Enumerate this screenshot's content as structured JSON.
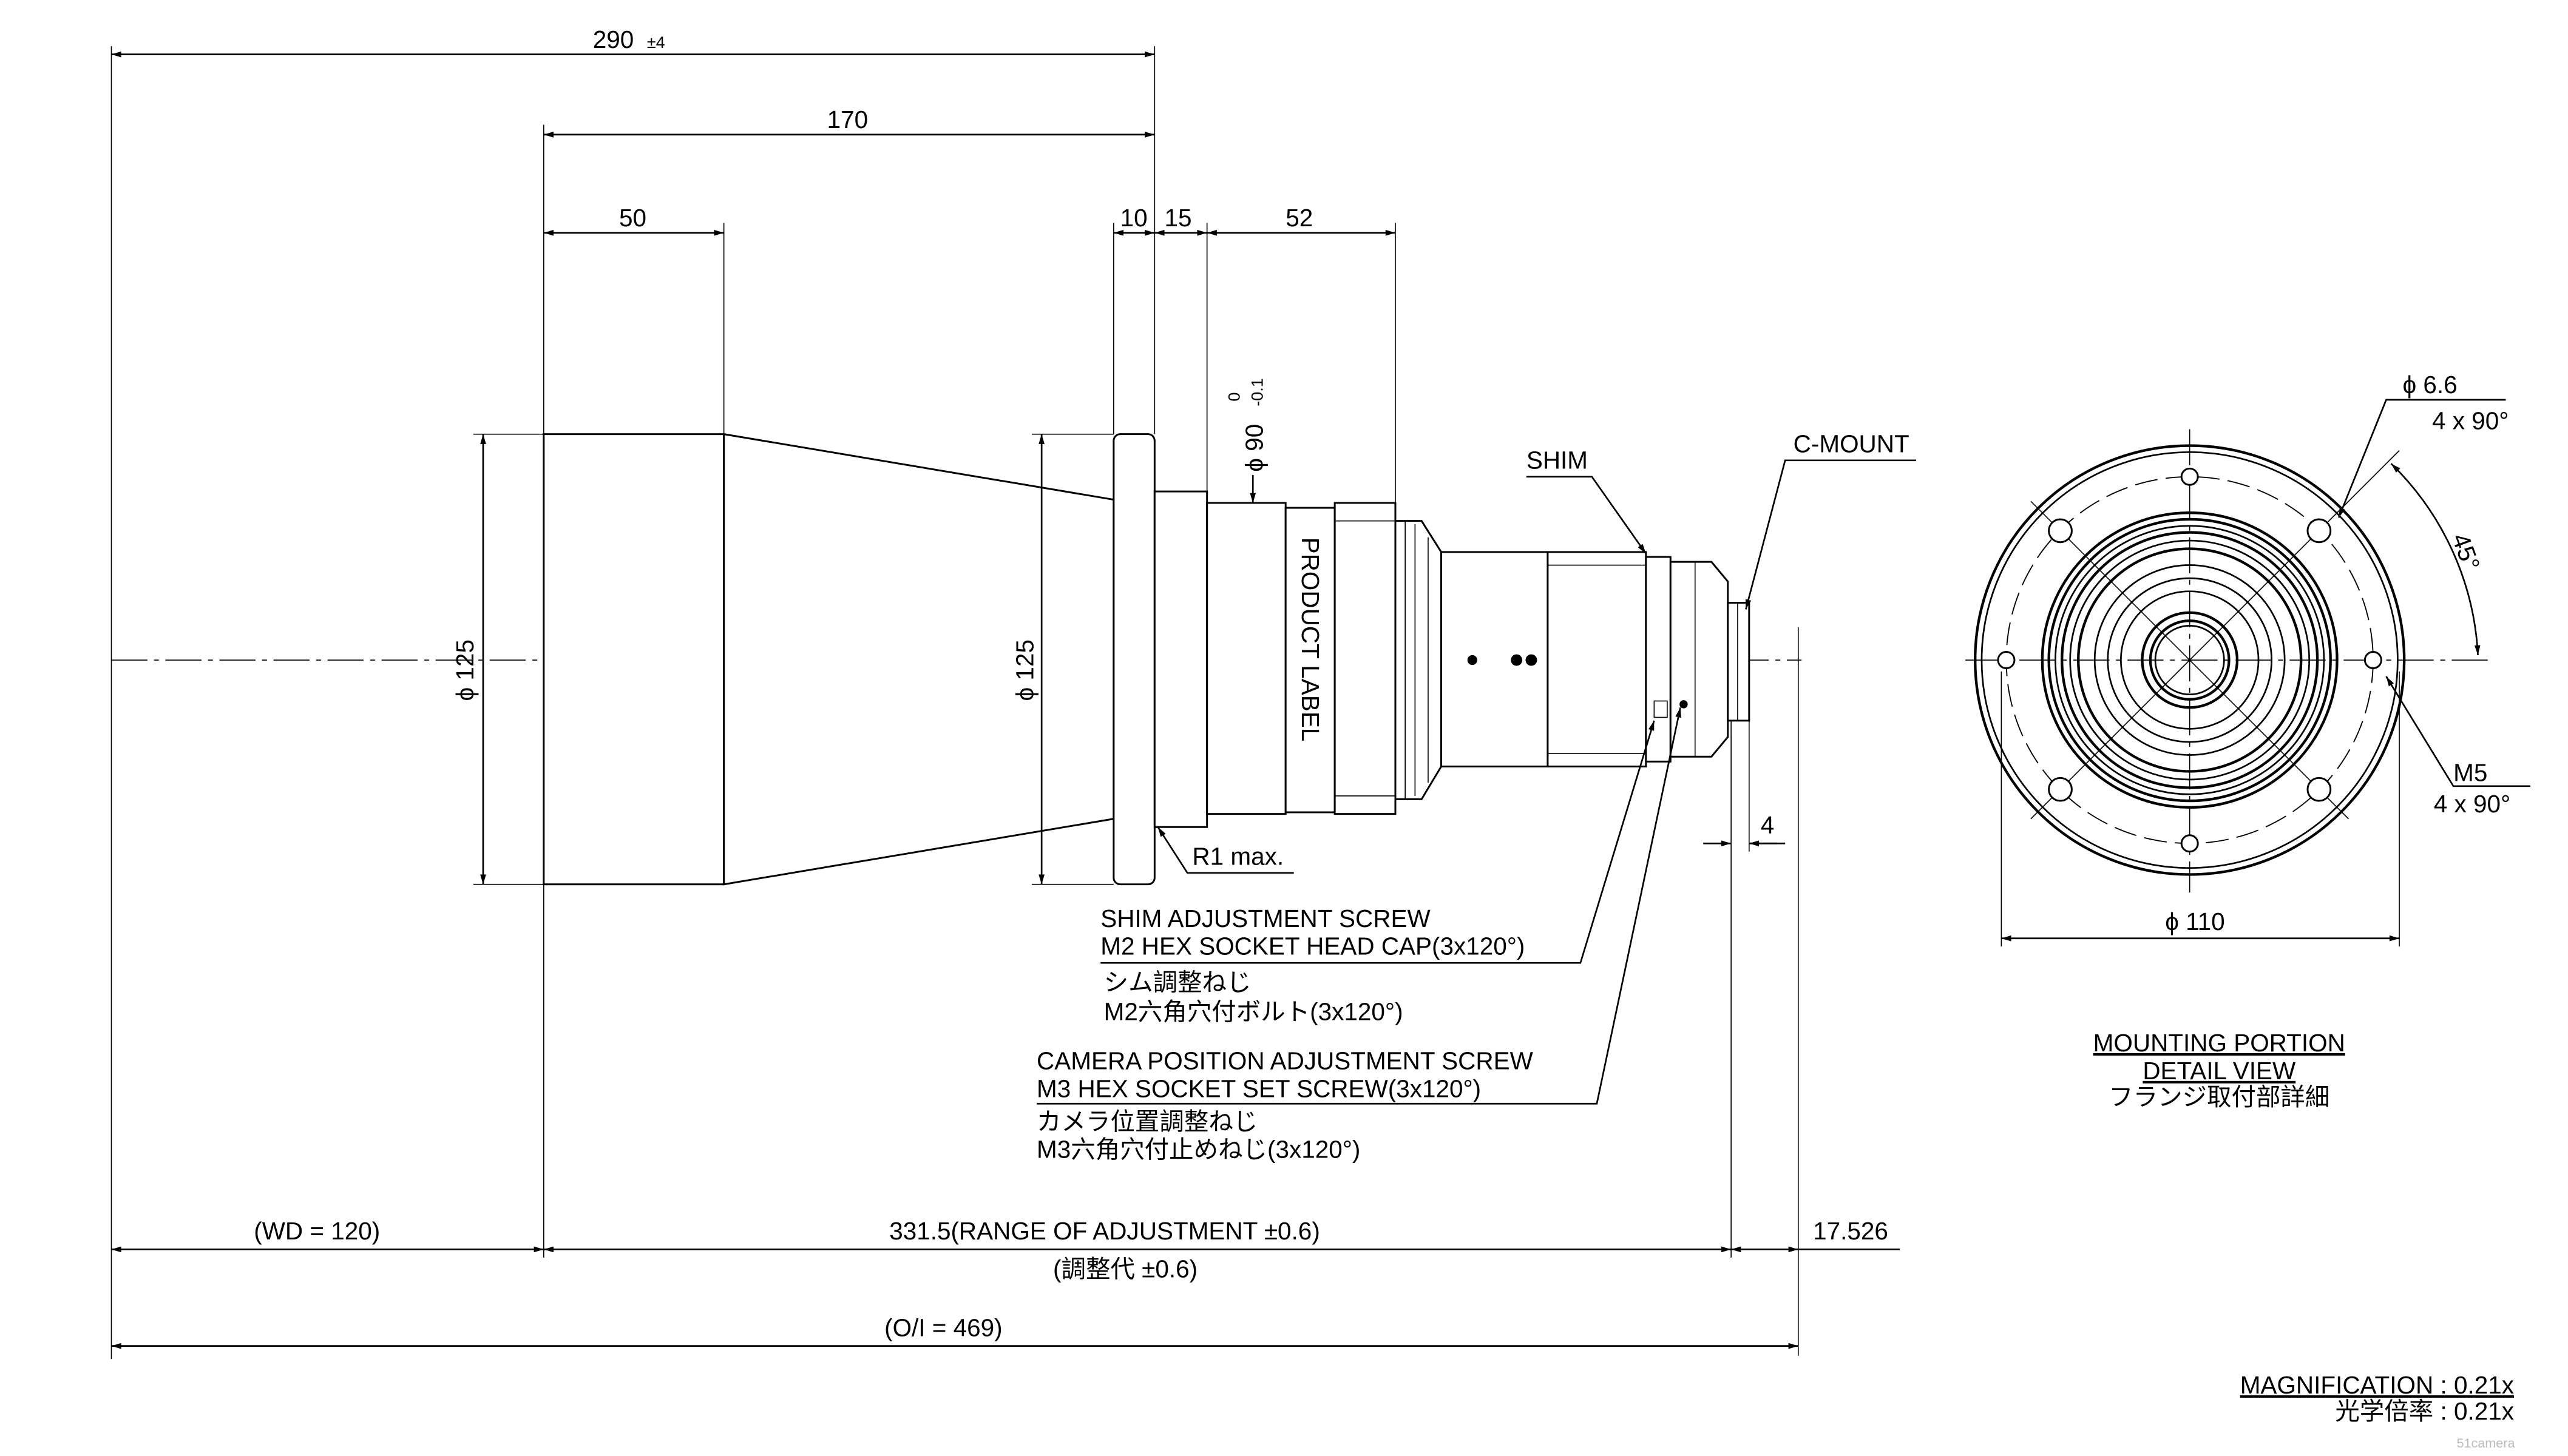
{
  "dimensions": {
    "overall_length": "290",
    "overall_tol": "±4",
    "d170": "170",
    "d50": "50",
    "d10": "10",
    "d15": "15",
    "d52": "52",
    "d90": "ϕ 90",
    "d90_tol_upper": "0",
    "d90_tol_lower": "-0.1",
    "d125_front": "ϕ 125",
    "d125_flange": "ϕ 125",
    "d4": "4",
    "wd": "(WD = 120)",
    "range": "331.5(RANGE OF ADJUSTMENT  ±0.6)",
    "range_jp": "(調整代  ±0.6)",
    "flange_back": "17.526",
    "oi": "(O/I = 469)",
    "r1": "R1 max."
  },
  "labels": {
    "product_label": "PRODUCT LABEL",
    "shim": "SHIM",
    "cmount": "C-MOUNT",
    "shim_screw": [
      "SHIM ADJUSTMENT SCREW",
      "M2 HEX SOCKET HEAD CAP(3x120°)",
      "シム調整ねじ",
      "M2六角穴付ボルト(3x120°)"
    ],
    "camera_screw": [
      "CAMERA POSITION ADJUSTMENT SCREW",
      "M3 HEX SOCKET SET SCREW(3x120°)",
      "カメラ位置調整ねじ",
      "M3六角穴付止めねじ(3x120°)"
    ]
  },
  "detail_view": {
    "hole": "ϕ 6.6",
    "hole_count": "4  x 90°",
    "angle": "45°",
    "thread": "M5",
    "thread_count": "4  x 90°",
    "diameter": "ϕ 110",
    "title": [
      "MOUNTING PORTION",
      "DETAIL VIEW",
      "フランジ取付部詳細"
    ]
  },
  "magnification": {
    "en": "MAGNIFICATION : 0.21x",
    "jp": "光学倍率 : 0.21x"
  },
  "watermark": "51camera"
}
